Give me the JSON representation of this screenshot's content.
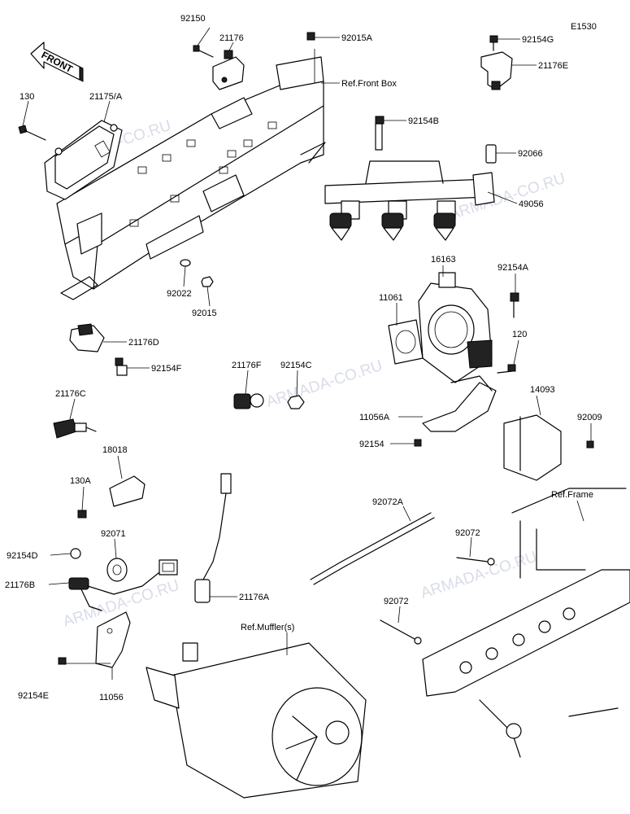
{
  "diagram_code": "E1530",
  "front_label": "FRONT",
  "watermark": "ARMADA-CO.RU",
  "labels": {
    "p92150": "92150",
    "p21176": "21176",
    "p92015A": "92015A",
    "pRefFrontBox": "Ref.Front Box",
    "p92154G": "92154G",
    "p21176E": "21176E",
    "p130": "130",
    "p21175A": "21175/A",
    "p92154B": "92154B",
    "p92066": "92066",
    "p49056": "49056",
    "p16163": "16163",
    "p92154A": "92154A",
    "p11061": "11061",
    "p92022": "92022",
    "p92015": "92015",
    "p21176D": "21176D",
    "p92154F": "92154F",
    "p120": "120",
    "p21176F": "21176F",
    "p92154C": "92154C",
    "p14093": "14093",
    "p21176C": "21176C",
    "p11056A": "11056A",
    "p92009": "92009",
    "p92154": "92154",
    "p18018": "18018",
    "p130A": "130A",
    "p92072A": "92072A",
    "pRefFrame": "Ref.Frame",
    "p92071": "92071",
    "p92072a": "92072",
    "p92154D": "92154D",
    "p21176B": "21176B",
    "p21176A": "21176A",
    "p92072b": "92072",
    "pRefMuffler": "Ref.Muffler(s)",
    "p92154E": "92154E",
    "p11056": "11056"
  }
}
